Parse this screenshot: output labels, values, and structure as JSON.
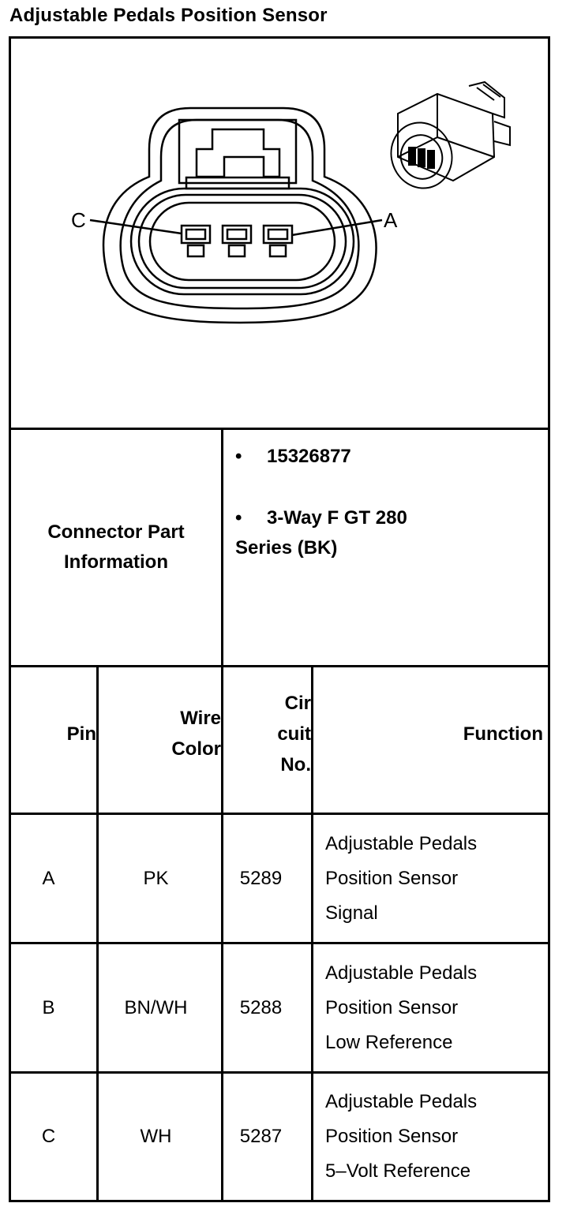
{
  "title": "Adjustable Pedals Position Sensor",
  "diagram": {
    "pin_label_left": "C",
    "pin_label_right": "A"
  },
  "connector": {
    "label_line1": "Connector Part",
    "label_line2": "Information",
    "part_number": "15326877",
    "description_line1": "3-Way F GT 280",
    "description_line2": "Series (BK)",
    "bullet": "•"
  },
  "table": {
    "headers": {
      "pin": "Pin",
      "wire_line1": "Wire",
      "wire_line2": "Color",
      "circuit_line1": "Cir",
      "circuit_line2": "cuit",
      "circuit_line3": "No.",
      "function": "Function"
    },
    "rows": [
      {
        "pin": "A",
        "wire": "PK",
        "circuit": "5289",
        "function_line1": "Adjustable Pedals",
        "function_line2": "Position Sensor",
        "function_line3": "Signal"
      },
      {
        "pin": "B",
        "wire": "BN/WH",
        "circuit": "5288",
        "function_line1": "Adjustable Pedals",
        "function_line2": "Position Sensor",
        "function_line3": "Low Reference"
      },
      {
        "pin": "C",
        "wire": "WH",
        "circuit": "5287",
        "function_line1": "Adjustable Pedals",
        "function_line2": "Position Sensor",
        "function_line3": "5–Volt Reference"
      }
    ]
  }
}
